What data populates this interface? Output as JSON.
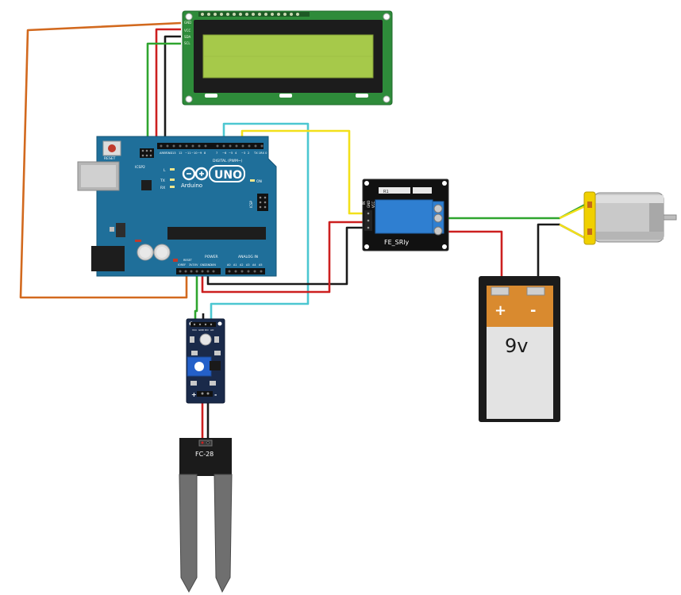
{
  "lcd": {
    "pins": [
      "GND",
      "VCC",
      "SDA",
      "SCL"
    ]
  },
  "arduino": {
    "brand": "Arduino",
    "model": "UNO",
    "reset": "RESET",
    "icsp2": "ICSP2",
    "icsp": "ICSP",
    "digital": "DIGITAL (PWM~)",
    "power": "POWER",
    "analog": "ANALOG IN",
    "led_l": "L",
    "tx": "TX",
    "rx": "RX",
    "on": "ON",
    "top_pins": [
      "AREF",
      "GND",
      "13",
      "12",
      "~11",
      "~10",
      "~9",
      "8",
      "7",
      "~6",
      "~5",
      "4",
      "~3",
      "2",
      "TX 1",
      "RX 0"
    ],
    "bottom_pins": [
      "IOREF",
      "RESET",
      "3V3",
      "5V",
      "GND",
      "GND",
      "VIN",
      "A0",
      "A1",
      "A2",
      "A3",
      "A4",
      "A5"
    ]
  },
  "relay": {
    "name": "FE_SRly",
    "pins": [
      "IN",
      "GND",
      "VCC"
    ],
    "r1": "R1"
  },
  "sensor_module": {
    "pins": [
      "VCC",
      "GND",
      "DO",
      "AO"
    ],
    "plus": "+",
    "minus": "-"
  },
  "probe": {
    "name": "FC-28"
  },
  "battery": {
    "label": "9v",
    "plus": "+",
    "minus": "-"
  },
  "colors": {
    "wire_orange": "#d2691e",
    "wire_red": "#cc1f1f",
    "wire_black": "#1a1a1a",
    "wire_green": "#2fa52f",
    "wire_yellow": "#f2e01a",
    "wire_cyan": "#4cc7d1",
    "arduino_blue": "#1f6f9a",
    "lcd_pcb": "#2e8b3a",
    "lcd_screen": "#a6c94a",
    "relay_blue": "#2f7fd1"
  }
}
